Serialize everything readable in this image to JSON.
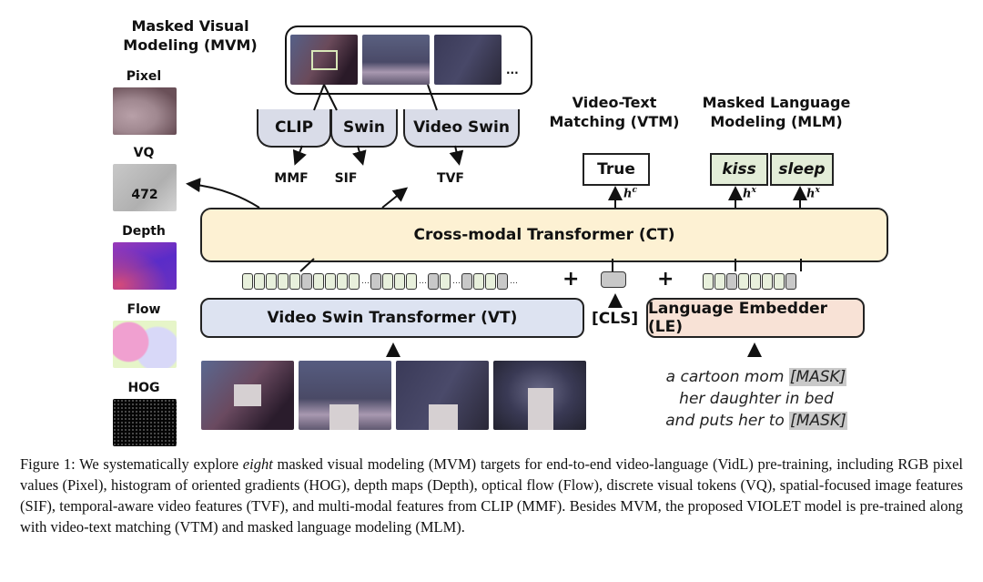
{
  "mvm": {
    "title_line1": "Masked Visual",
    "title_line2": "Modeling (MVM)",
    "targets": [
      {
        "label": "Pixel"
      },
      {
        "label": "VQ",
        "value": "472"
      },
      {
        "label": "Depth"
      },
      {
        "label": "Flow"
      },
      {
        "label": "HOG"
      }
    ]
  },
  "frames_ellipsis": "...",
  "encoders": [
    {
      "label": "CLIP",
      "output": "MMF"
    },
    {
      "label": "Swin",
      "output": "SIF"
    },
    {
      "label": "Video Swin",
      "output": "TVF"
    }
  ],
  "vtm": {
    "title_line1": "Video-Text",
    "title_line2": "Matching (VTM)",
    "output": "True",
    "hidden": "h",
    "hidden_sup": "c"
  },
  "mlm": {
    "title_line1": "Masked Language",
    "title_line2": "Modeling (MLM)",
    "outputs": [
      {
        "word": "kiss",
        "hidden": "h",
        "hidden_sup": "x"
      },
      {
        "word": "sleep",
        "hidden": "h",
        "hidden_sup": "x"
      }
    ]
  },
  "ct_label": "Cross-modal Transformer (CT)",
  "vt_label": "Video Swin Transformer (VT)",
  "cls_label": "[CLS]",
  "le_label": "Language Embedder (LE)",
  "plus": "+",
  "sentence": {
    "line1_pre": "a cartoon mom ",
    "mask": "[MASK]",
    "line2": "her daughter in bed",
    "line3_pre": "and puts her to "
  },
  "caption": {
    "prefix": "Figure 1: We systematically explore ",
    "emph": "eight",
    "rest": " masked visual modeling (MVM) targets for end-to-end video-language (VidL) pre-training, including RGB pixel values (Pixel), histogram of oriented gradients (HOG), depth maps (Depth), optical flow (Flow), discrete visual tokens (VQ), spatial-focused image features (SIF), temporal-aware video features (TVF), and multi-modal features from CLIP (MMF). Besides MVM, the proposed VIOLET model is pre-trained along with video-text matching (VTM) and masked language modeling (MLM)."
  }
}
